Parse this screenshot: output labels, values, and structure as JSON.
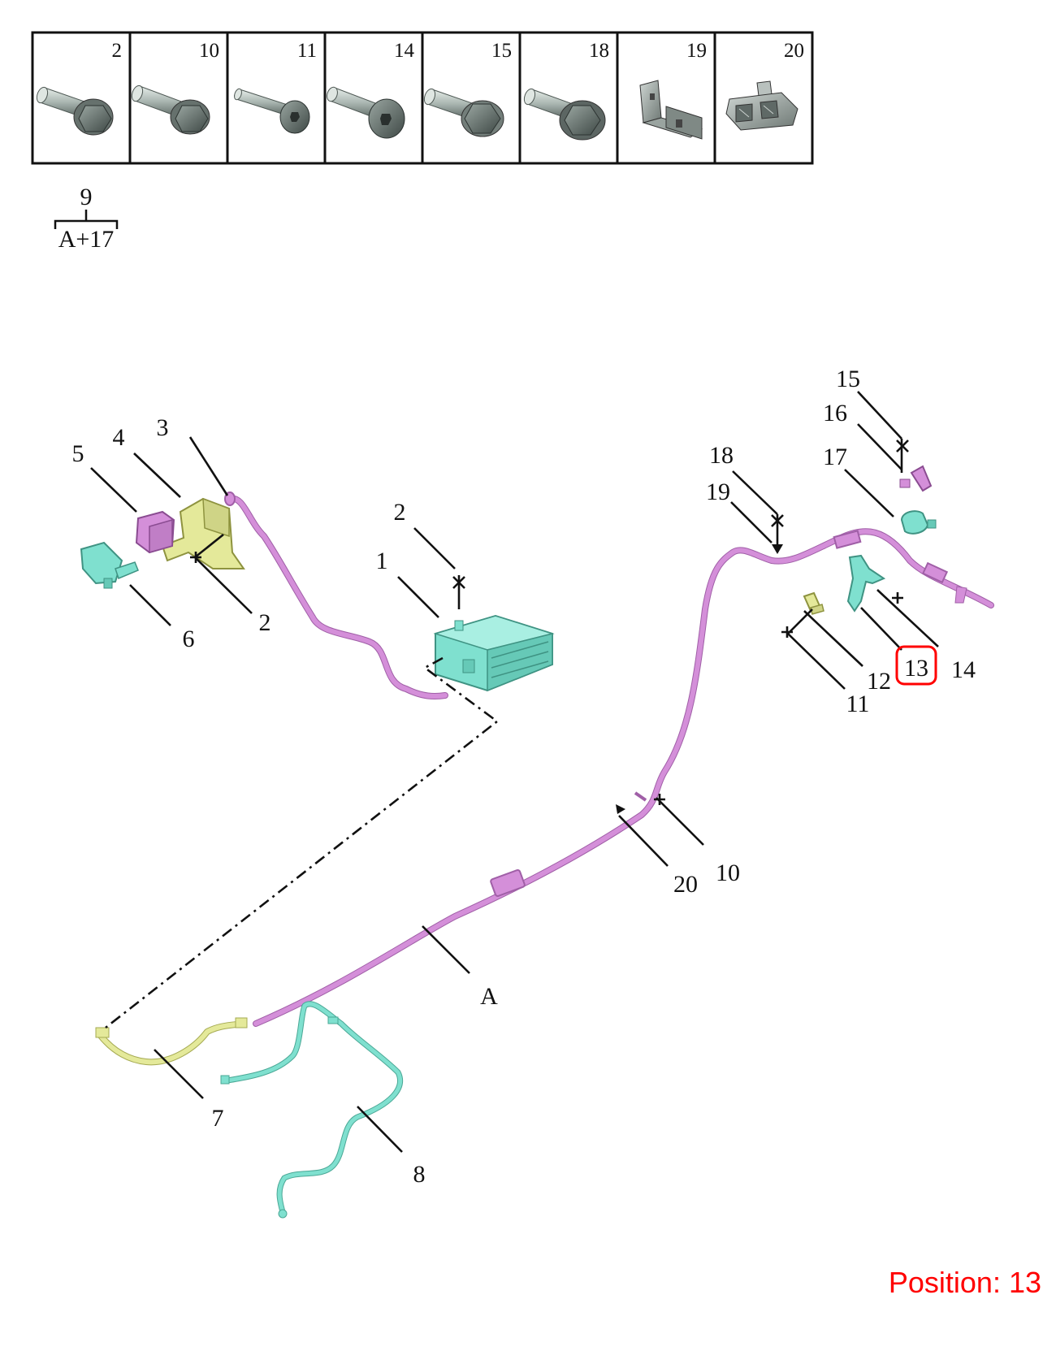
{
  "hardware_table": {
    "cells": [
      {
        "num": "2",
        "icon": "flange-bolt-icon"
      },
      {
        "num": "10",
        "icon": "flange-bolt-icon"
      },
      {
        "num": "11",
        "icon": "torx-screw-icon"
      },
      {
        "num": "14",
        "icon": "torx-screw-icon"
      },
      {
        "num": "15",
        "icon": "hex-flange-bolt-icon"
      },
      {
        "num": "18",
        "icon": "hex-flange-bolt-icon"
      },
      {
        "num": "19",
        "icon": "bracket-clip-icon"
      },
      {
        "num": "20",
        "icon": "pipe-clip-icon"
      }
    ]
  },
  "kit_note": {
    "top": "9",
    "bottom": "A+17"
  },
  "callouts": {
    "c1": "1",
    "c2a": "2",
    "c2b": "2",
    "c3": "3",
    "c4": "4",
    "c5": "5",
    "c6": "6",
    "c7": "7",
    "c8": "8",
    "c10": "10",
    "c11": "11",
    "c12": "12",
    "c13": "13",
    "c14": "14",
    "c15": "15",
    "c16": "16",
    "c17": "17",
    "c18": "18",
    "c19": "19",
    "c20": "20",
    "cA": "A"
  },
  "highlight": {
    "number": "13",
    "color": "#ff0000"
  },
  "position_label": "Position: 13",
  "colors": {
    "pink": "#d48fd9",
    "cyan": "#7fe0cf",
    "yellow": "#e4e99a",
    "highlight": "#ff0000"
  }
}
